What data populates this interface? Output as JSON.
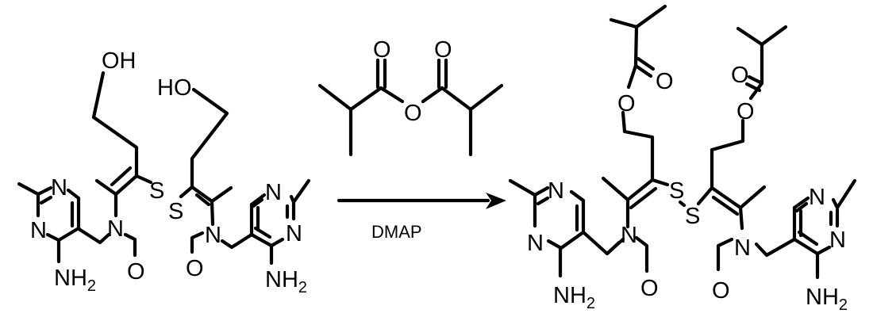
{
  "diagram": {
    "type": "chemical-reaction-scheme",
    "reactant": {
      "name": "thiamine disulfide",
      "labels": {
        "oh_left": "OH",
        "oh_right": "HO",
        "s_left": "S",
        "s_right": "S",
        "n_ring1_top": "N",
        "n_ring1_bottom": "N",
        "n_amide_left": "N",
        "o_formyl_left": "O",
        "nh2_left": "NH",
        "nh2_left_sub": "2",
        "n_ring2_top": "N",
        "n_ring2_bottom": "N",
        "n_amide_right": "N",
        "o_formyl_right": "O",
        "nh2_right": "NH",
        "nh2_right_sub": "2"
      }
    },
    "reagent": {
      "name": "isobutyric anhydride",
      "labels": {
        "o_carbonyl_left": "O",
        "o_carbonyl_right": "O",
        "o_bridge": "O"
      }
    },
    "arrow": {
      "condition": "DMAP",
      "direction": "right"
    },
    "product": {
      "name": "bisibutiamine (O-isobutyryl thiamine disulfide)",
      "labels": {
        "o_ester_left": "O",
        "o_carbonyl_left": "O",
        "o_ester_right": "O",
        "o_carbonyl_right": "O",
        "s_left": "S",
        "s_right": "S",
        "n_ring1_top": "N",
        "n_ring1_bottom": "N",
        "n_amide_left": "N",
        "o_formyl_left": "O",
        "nh2_left": "NH",
        "nh2_left_sub": "2",
        "n_ring2_top": "N",
        "n_ring2_bottom": "N",
        "n_amide_right": "N",
        "o_formyl_right": "O",
        "nh2_right": "NH",
        "nh2_right_sub": "2"
      }
    },
    "colors": {
      "ink": "#000000",
      "background": "#ffffff"
    }
  }
}
